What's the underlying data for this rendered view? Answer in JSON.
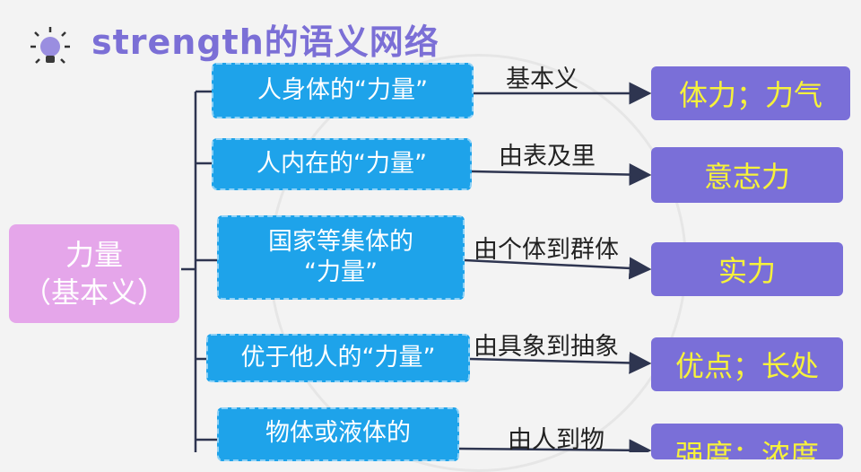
{
  "title": "strength的语义网络",
  "root": {
    "line1": "力量",
    "line2": "（基本义）"
  },
  "branches": [
    {
      "node_lines": [
        "人身体的“力量”"
      ],
      "relation": "基本义",
      "result": "体力；力气"
    },
    {
      "node_lines": [
        "人内在的“力量”"
      ],
      "relation": "由表及里",
      "result": "意志力"
    },
    {
      "node_lines": [
        "国家等集体的",
        "“力量”"
      ],
      "relation": "由个体到群体",
      "result": "实力"
    },
    {
      "node_lines": [
        "优于他人的“力量”"
      ],
      "relation": "由具象到抽象",
      "result": "优点；长处"
    },
    {
      "node_lines": [
        "物体或液体的"
      ],
      "relation": "由人到物",
      "result": "强度；浓度"
    }
  ],
  "colors": {
    "title": "#7b6fd6",
    "root_fill": "#e5a6ea",
    "node_fill": "#1ea3ea",
    "result_fill": "#7a6fd8",
    "result_text": "#f7f23a"
  },
  "icons": {
    "title_icon": "lightbulb-icon"
  }
}
